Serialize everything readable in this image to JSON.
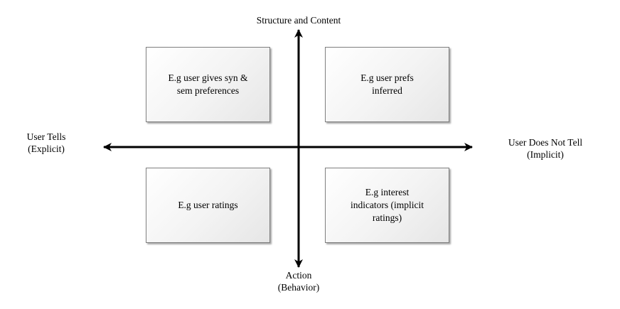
{
  "axes": {
    "top": [
      "Structure and Content"
    ],
    "bottom": [
      "Action",
      "(Behavior)"
    ],
    "left": [
      "User Tells",
      "(Explicit)"
    ],
    "right": [
      "User Does Not Tell",
      "(Implicit)"
    ]
  },
  "quadrants": {
    "top_left": [
      "E.g user gives syn &",
      "sem preferences"
    ],
    "top_right": [
      "E.g user prefs",
      "inferred"
    ],
    "bottom_left": [
      "E.g user ratings"
    ],
    "bottom_right": [
      "E.g interest",
      "indicators (implicit",
      "ratings)"
    ]
  },
  "colors": {
    "box_border": "#7f7f7f",
    "axis": "#000000"
  }
}
